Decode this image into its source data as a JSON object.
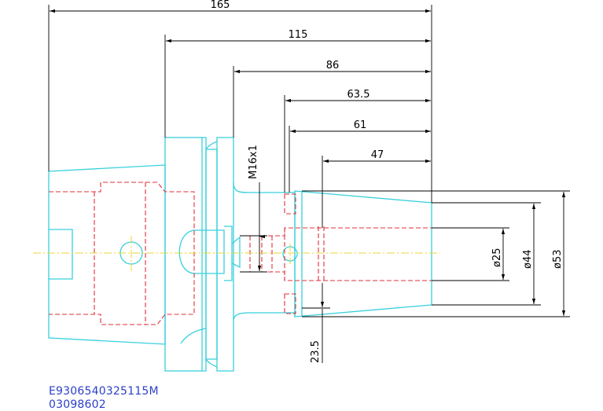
{
  "dimensions": {
    "d165": "165",
    "d115": "115",
    "d86": "86",
    "d63_5": "63.5",
    "d61": "61",
    "d47": "47",
    "thread": "M16x1",
    "d23_5": "23.5",
    "dia25": "ø25",
    "dia44": "ø44",
    "dia53": "ø53"
  },
  "title_block": {
    "part_code": "E9306540325115M",
    "drawing_number": "03098602"
  },
  "colors": {
    "outline": "#38d0dc",
    "hidden": "#e0303a",
    "centerline": "#e8d43a",
    "dimension": "#000000",
    "text_code": "#2a3fc8"
  }
}
